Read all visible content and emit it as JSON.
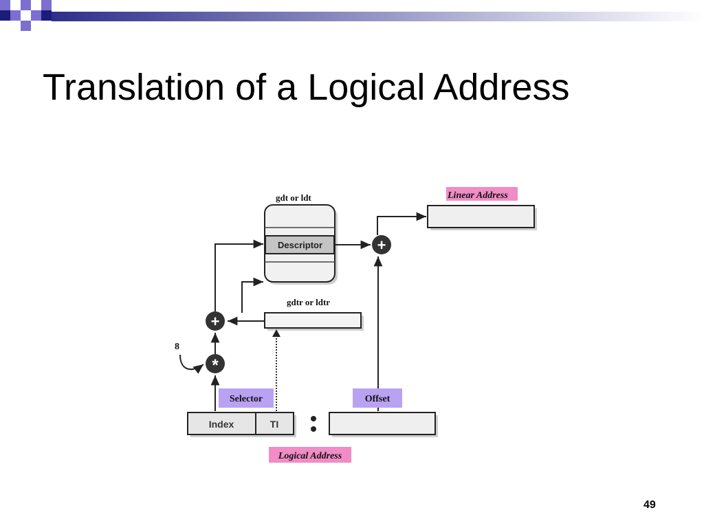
{
  "slide": {
    "title": "Translation of a Logical Address",
    "page_number": "49"
  },
  "colors": {
    "title_bar_gradient_start": "#2e2e8c",
    "title_bar_gradient_end": "#ffffff",
    "accent_square_dark": "#1c1c7a",
    "accent_square_light": "#7b6fd0",
    "selector_offset_fill": "#b9a2f2",
    "logical_linear_fill": "#f08cc6"
  },
  "diagram": {
    "gdt_label": "gdt or ldt",
    "descriptor_label": "Descriptor",
    "gdtr_label": "gdtr or ldtr",
    "linear_address_label": "Linear Address",
    "logical_address_label": "Logical Address",
    "selector_label": "Selector",
    "offset_label": "Offset",
    "index_label": "Index",
    "ti_label": "TI",
    "multiplier": "8",
    "adder_symbol": "+",
    "multiply_symbol": "*"
  }
}
